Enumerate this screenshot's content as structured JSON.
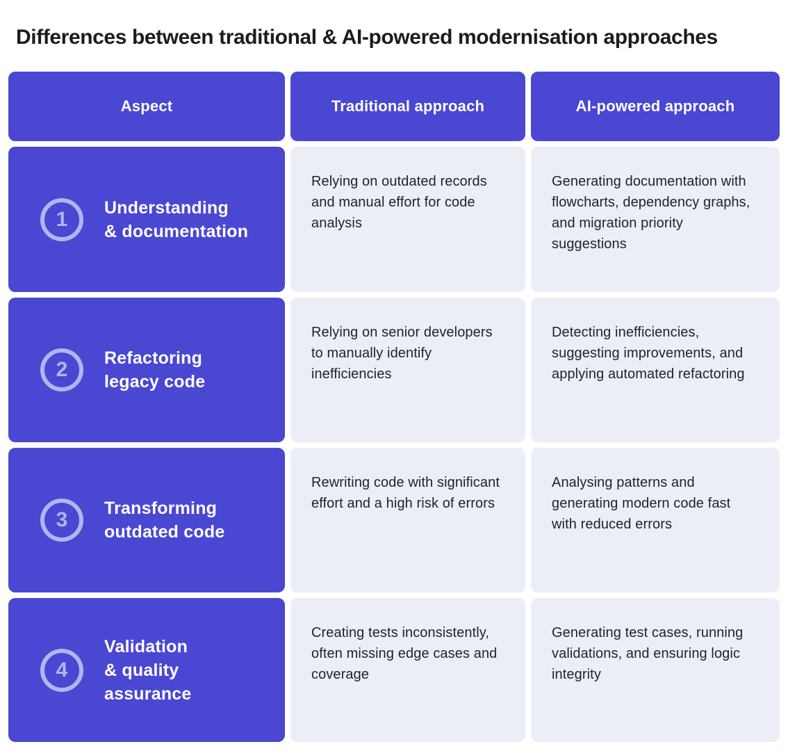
{
  "title": "Differences between traditional & AI-powered modernisation approaches",
  "colors": {
    "accent_purple": "#4a47d2",
    "light_cell_bg": "#eceef7",
    "badge_lavender": "#b2b5f0",
    "title_text": "#1b1b22",
    "body_text": "#22222b"
  },
  "table": {
    "columns": [
      {
        "label": "Aspect"
      },
      {
        "label": "Traditional approach"
      },
      {
        "label": "AI-powered approach"
      }
    ],
    "rows": [
      {
        "number": "1",
        "aspect": "Understanding\n& documentation",
        "traditional": "Relying on outdated records and manual effort for code analysis",
        "ai": "Generating documentation with flowcharts, dependency graphs, and migration priority suggestions"
      },
      {
        "number": "2",
        "aspect": "Refactoring\nlegacy code",
        "traditional": "Relying on senior developers to manually identify inefficiencies",
        "ai": "Detecting inefficiencies, suggesting improvements, and applying automated refactoring"
      },
      {
        "number": "3",
        "aspect": "Transforming\noutdated code",
        "traditional": "Rewriting code with significant effort and a high risk of errors",
        "ai": "Analysing patterns and generating modern code fast with reduced errors"
      },
      {
        "number": "4",
        "aspect": "Validation\n& quality\nassurance",
        "traditional": "Creating tests inconsistently, often missing edge cases and coverage",
        "ai": "Generating test cases, running validations, and ensuring logic integrity"
      }
    ]
  }
}
